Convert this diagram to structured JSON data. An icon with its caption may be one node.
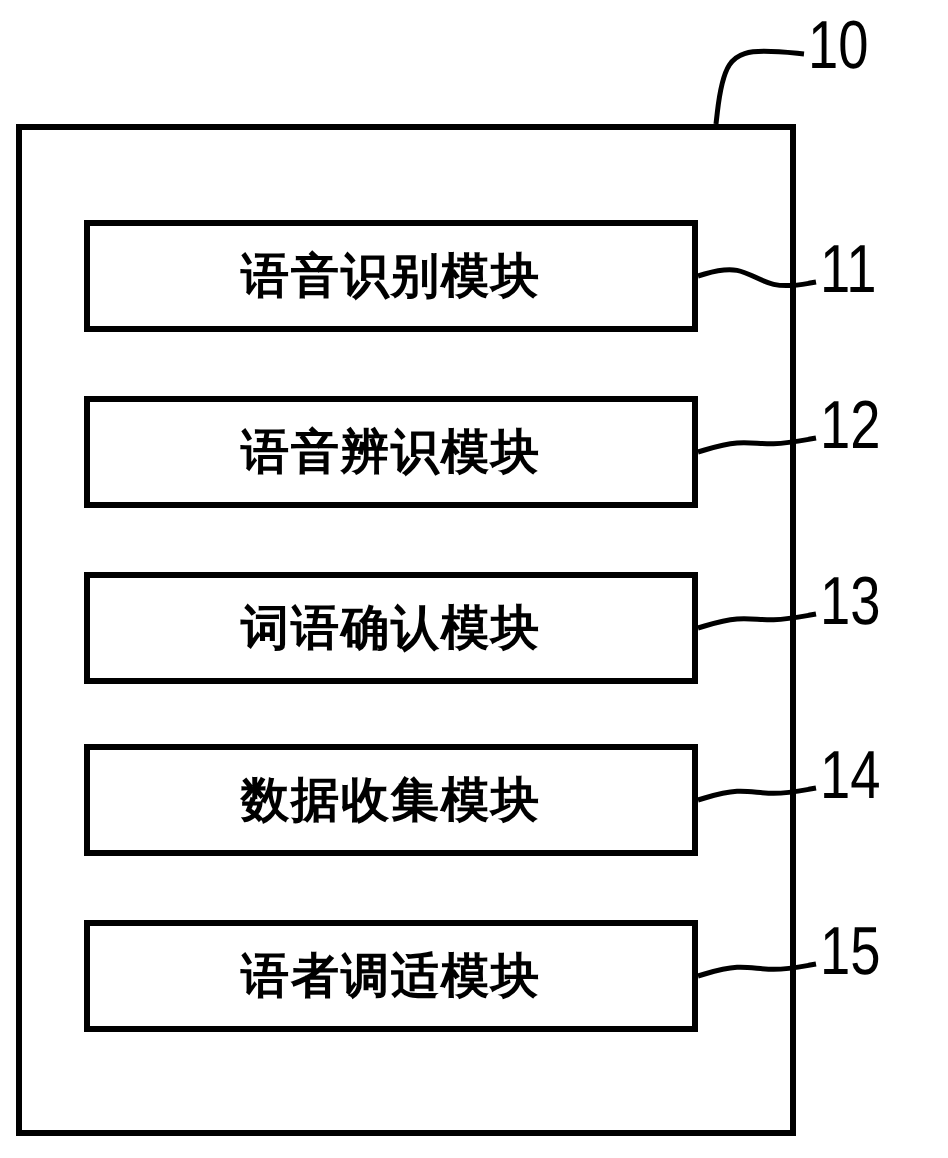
{
  "diagram": {
    "nodes": [
      {
        "text": [],
        "shape": "box"
      },
      {
        "text": [
          "语音识别模块"
        ],
        "in": 0
      },
      {
        "text": [
          "语音辨识模块"
        ],
        "in": 0
      },
      {
        "text": [
          "词语确认模块"
        ],
        "in": 0
      },
      {
        "text": [
          "数据收集模块"
        ],
        "in": 0
      },
      {
        "text": [
          "语者调适模块"
        ],
        "in": 0
      },
      {
        "text": [
          "10"
        ]
      },
      {
        "text": [
          "11"
        ]
      },
      {
        "text": [
          "12"
        ]
      },
      {
        "text": [
          "13"
        ]
      },
      {
        "text": [
          "14"
        ]
      },
      {
        "text": [
          "15"
        ]
      }
    ],
    "edges": [
      {
        "from": 6,
        "to": 0,
        "arrow": "none"
      },
      {
        "from": 7,
        "to": 1,
        "arrow": "none"
      },
      {
        "from": 8,
        "to": 2,
        "arrow": "none"
      },
      {
        "from": 9,
        "to": 3,
        "arrow": "none"
      },
      {
        "from": 10,
        "to": 4,
        "arrow": "none"
      },
      {
        "from": 11,
        "to": 5,
        "arrow": "none"
      }
    ]
  }
}
